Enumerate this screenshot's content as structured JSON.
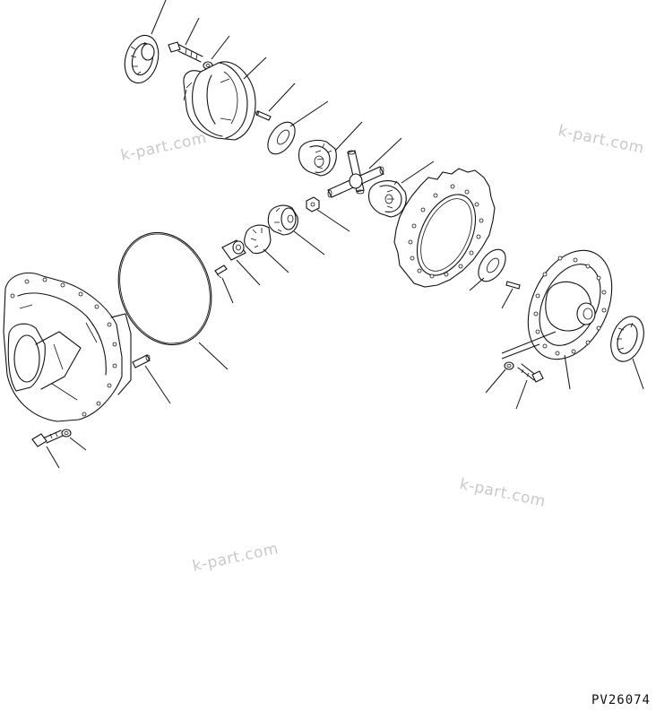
{
  "watermarks": [
    "k-part.com",
    "k-part.com",
    "k-part.com",
    "k-part.com"
  ],
  "drawing_code": "PV26074"
}
